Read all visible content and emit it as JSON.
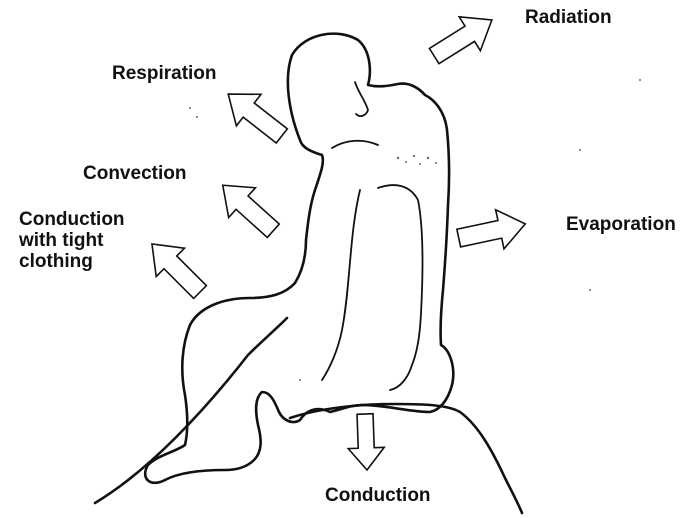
{
  "labels": {
    "radiation": "Radiation",
    "respiration": "Respiration",
    "convection": "Convection",
    "conduction_tight": [
      "Conduction",
      "with tight",
      "clothing"
    ],
    "evaporation": "Evaporation",
    "conduction": "Conduction"
  },
  "colors": {
    "ink": "#111111",
    "background": "#ffffff"
  }
}
